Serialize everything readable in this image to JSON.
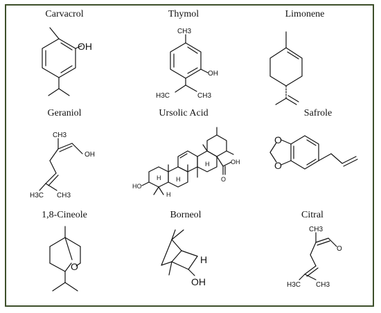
{
  "compounds": [
    {
      "name": "Carvacrol",
      "labels": {
        "oh": "OH"
      }
    },
    {
      "name": "Thymol",
      "labels": {
        "ch3_top": "CH3",
        "oh": "OH",
        "h3c": "H3C",
        "ch3": "CH3"
      }
    },
    {
      "name": "Limonene",
      "labels": {}
    },
    {
      "name": "Geraniol",
      "labels": {
        "ch3_top": "CH3",
        "oh": "OH",
        "h3c": "H3C",
        "ch3": "CH3"
      }
    },
    {
      "name": "Ursolic Acid",
      "labels": {
        "oh": "OH",
        "ho": "HO",
        "o": "O",
        "h1": "H",
        "h2": "H",
        "h3": "H",
        "h4": "H"
      }
    },
    {
      "name": "Safrole",
      "labels": {
        "o1": "O",
        "o2": "O"
      }
    },
    {
      "name": "1,8-Cineole",
      "labels": {
        "o": "O"
      }
    },
    {
      "name": "Borneol",
      "labels": {
        "h": "H",
        "oh": "OH"
      }
    },
    {
      "name": "Citral",
      "labels": {
        "ch3_top": "CH3",
        "o": "O",
        "h3c": "H3C",
        "ch3": "CH3"
      }
    }
  ]
}
